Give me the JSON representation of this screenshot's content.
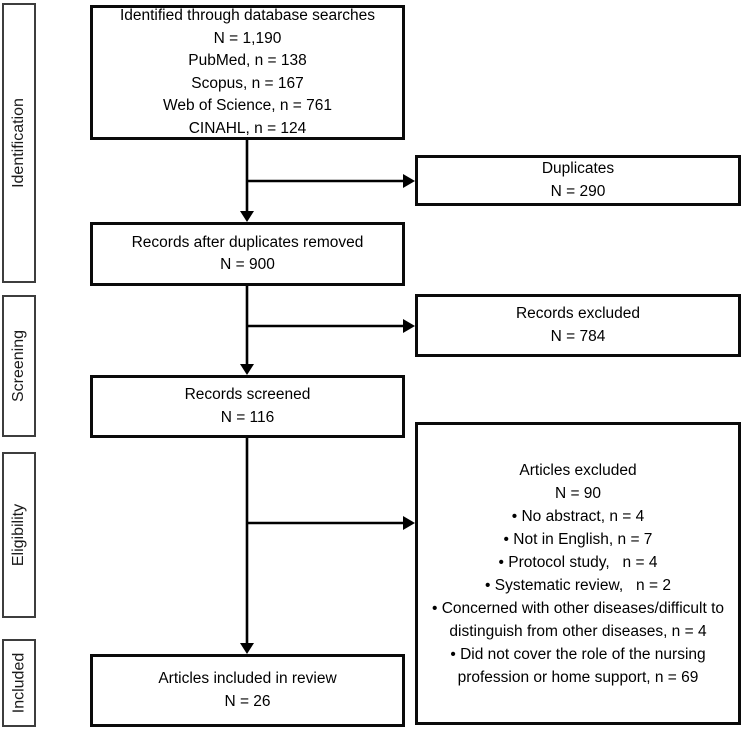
{
  "diagram": {
    "stages": [
      "Identification",
      "Screening",
      "Eligibility",
      "Included"
    ],
    "boxes": {
      "identified": {
        "lines": [
          "Identified through database searches",
          "N = 1,190",
          "PubMed, n = 138",
          "Scopus, n = 167",
          "Web of Science, n = 761",
          "CINAHL, n = 124"
        ]
      },
      "duplicates": {
        "lines": [
          "Duplicates",
          "N = 290"
        ]
      },
      "after_duplicates": {
        "lines": [
          "Records after duplicates removed",
          "N = 900"
        ]
      },
      "records_excluded": {
        "lines": [
          "Records excluded",
          "N = 784"
        ]
      },
      "records_screened": {
        "lines": [
          "Records screened",
          "N = 116"
        ]
      },
      "articles_excluded": {
        "lines": [
          "Articles excluded",
          "N = 90",
          "• No abstract, n = 4",
          "• Not in English, n = 7",
          "• Protocol study,   n = 4",
          "• Systematic review,   n = 2",
          "• Concerned with other diseases/difficult to distinguish from other diseases, n = 4",
          "• Did not cover the role of the nursing profession or home support, n = 69"
        ]
      },
      "articles_included": {
        "lines": [
          "Articles included in review",
          "N = 26"
        ]
      }
    },
    "colors": {
      "flow_box_border": "#0a0a0a",
      "stage_box_border": "#3d3d3d",
      "arrow": "#000000",
      "text": "#000000",
      "background": "#ffffff"
    }
  }
}
